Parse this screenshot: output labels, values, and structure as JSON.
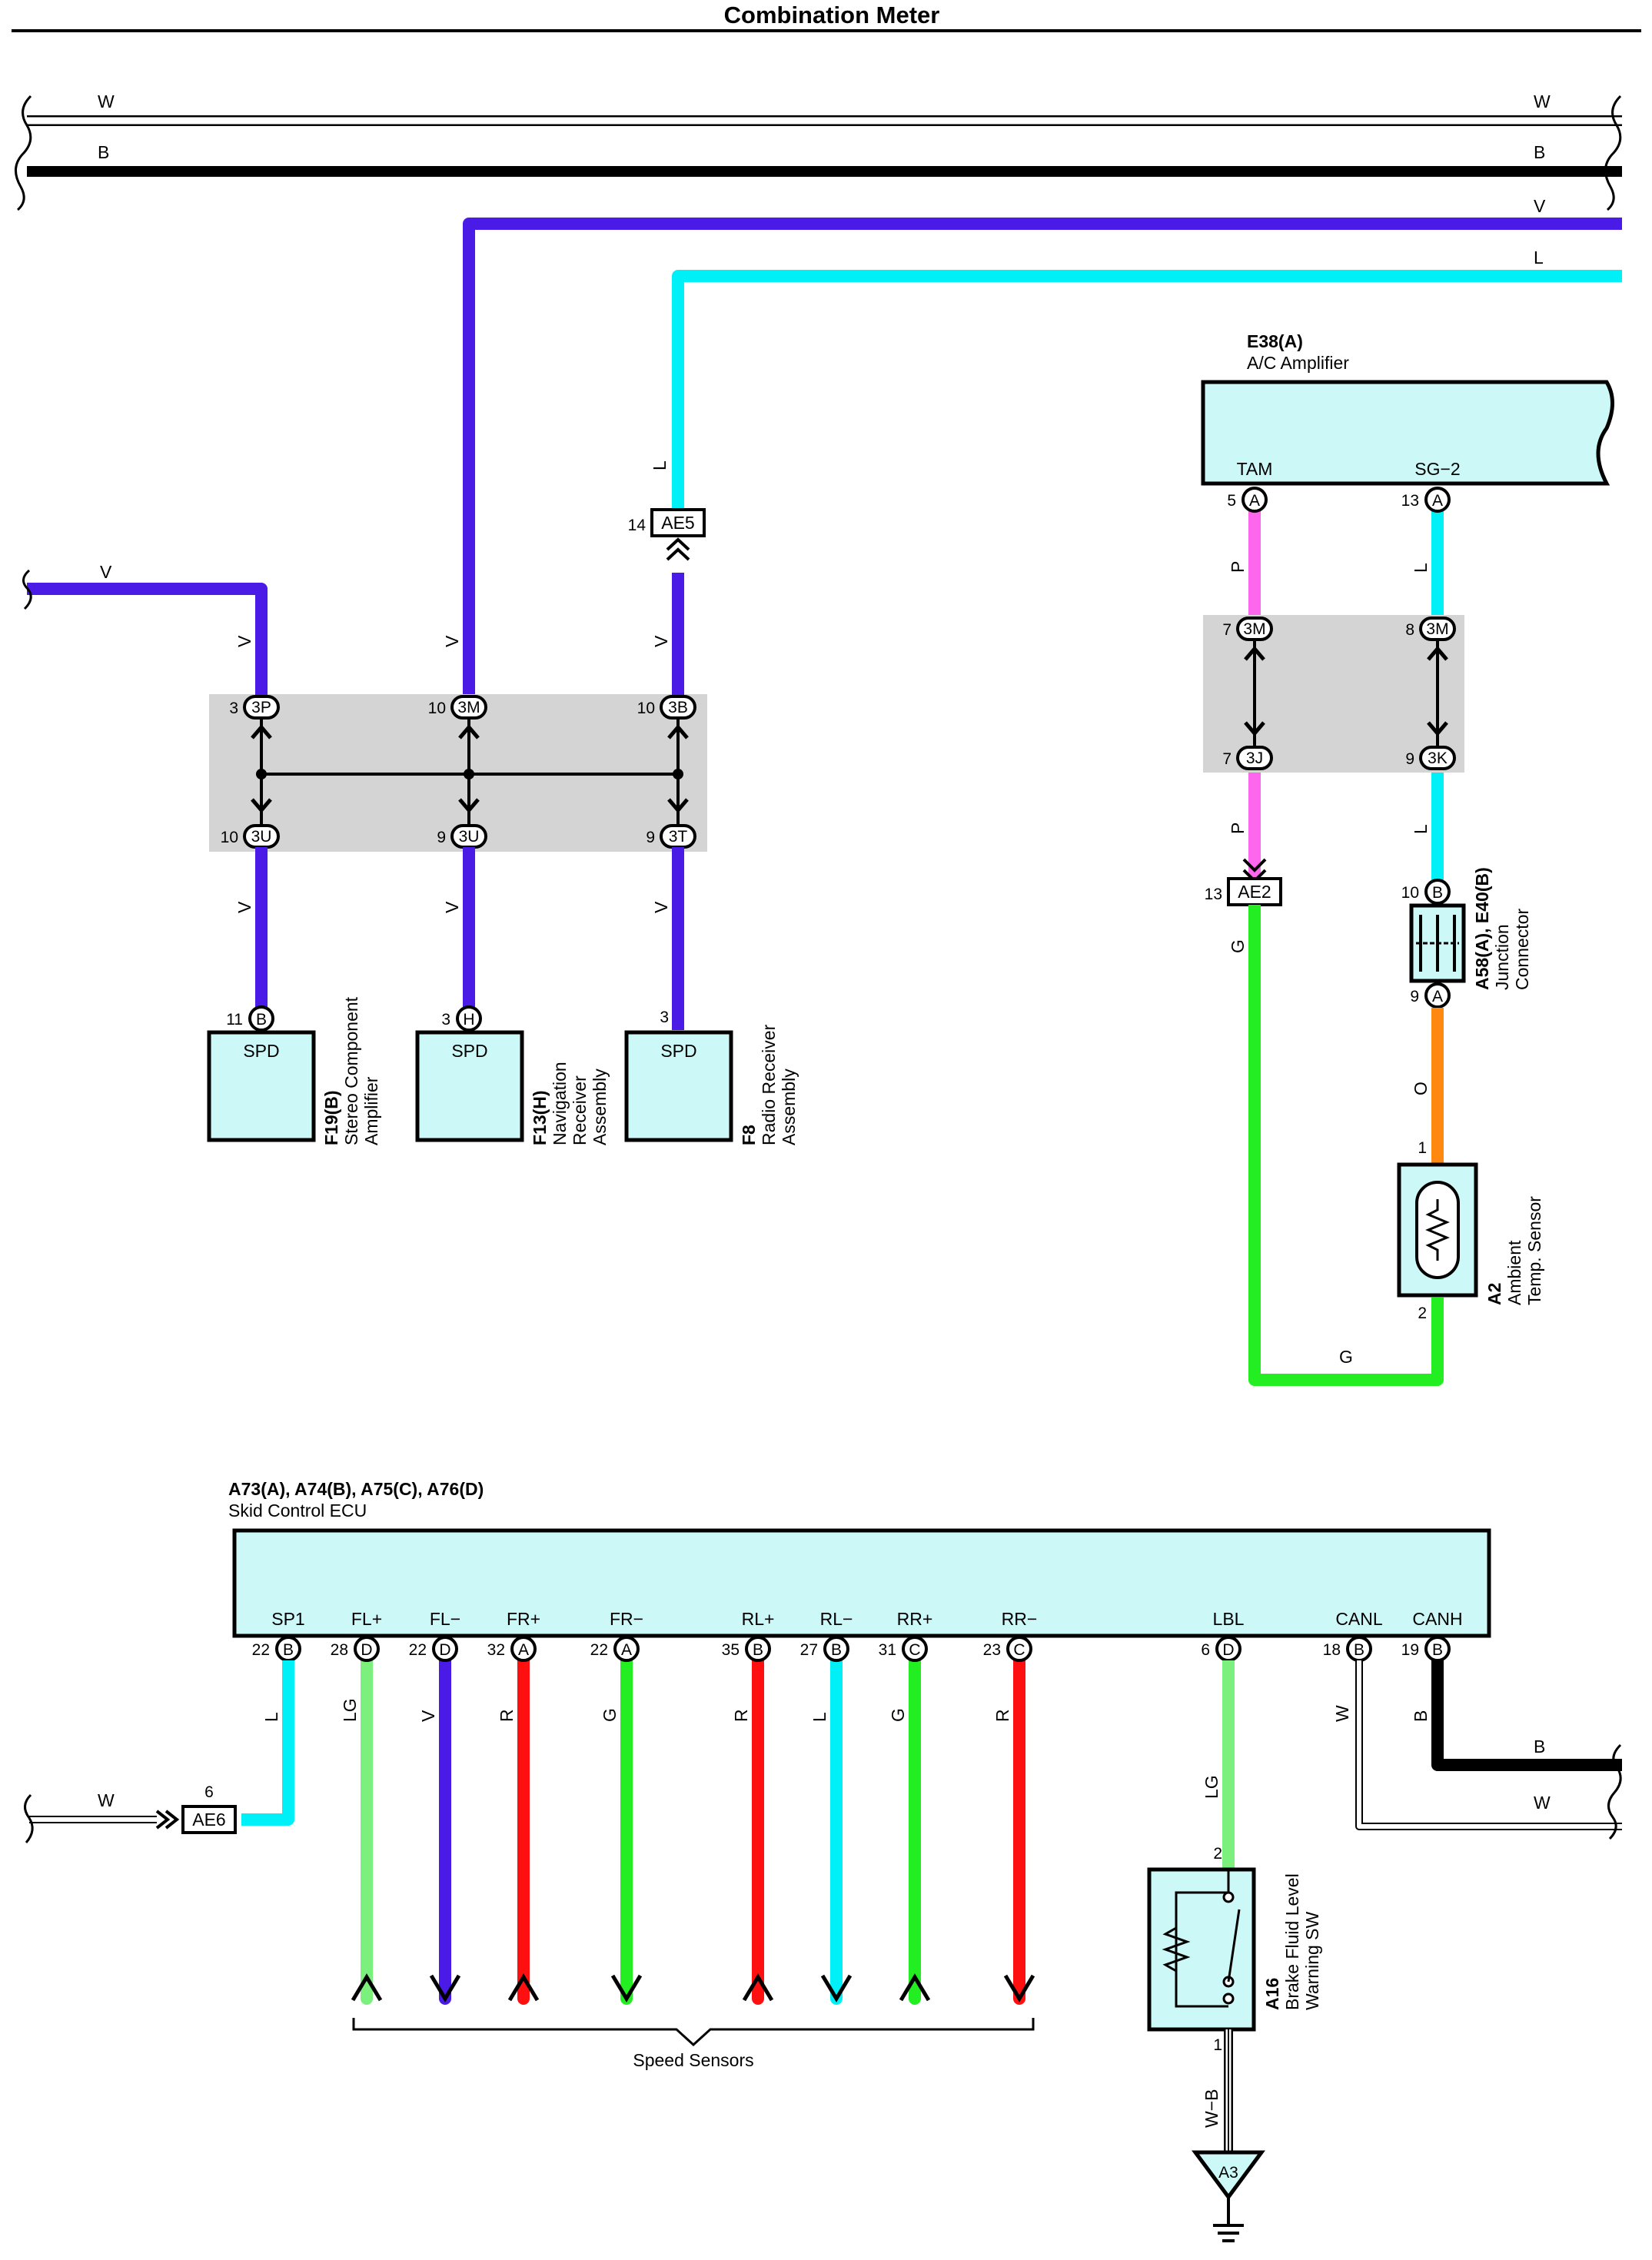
{
  "title": "Combination Meter",
  "bus_labels": {
    "w_left": "W",
    "w_right": "W",
    "b_left": "B",
    "b_right": "B",
    "v_right": "V",
    "l_right": "L",
    "v_in": "V"
  },
  "wire_colors": {
    "V": "#4a1ae6",
    "L": "#00f0f8",
    "P": "#ff66ee",
    "G": "#22ee22",
    "LG": "#7cf07c",
    "R": "#ff1010",
    "O": "#ff8811",
    "B": "#000000",
    "W": "#ffffff"
  },
  "ac_amplifier": {
    "code": "E38(A)",
    "name": "A/C Amplifier",
    "pin1_name": "TAM",
    "pin1_num": "5",
    "pin1_conn": "A",
    "pin2_name": "SG−2",
    "pin2_num": "13",
    "pin2_conn": "A"
  },
  "ae5": {
    "label": "AE5",
    "pin": "14",
    "wire": "L"
  },
  "ae2": {
    "label": "AE2",
    "pin": "13"
  },
  "ae6": {
    "label": "AE6",
    "pin": "6",
    "wire": "W"
  },
  "junction_left": {
    "top": [
      {
        "num": "3",
        "conn": "3P"
      },
      {
        "num": "10",
        "conn": "3M"
      },
      {
        "num": "10",
        "conn": "3B"
      }
    ],
    "bottom": [
      {
        "num": "10",
        "conn": "3U"
      },
      {
        "num": "9",
        "conn": "3U"
      },
      {
        "num": "9",
        "conn": "3T"
      }
    ],
    "wire_labels": [
      "V",
      "V",
      "V",
      "V",
      "V",
      "V"
    ]
  },
  "junction_right": {
    "top": [
      {
        "num": "7",
        "conn": "3M"
      },
      {
        "num": "8",
        "conn": "3M"
      }
    ],
    "bottom": [
      {
        "num": "7",
        "conn": "3J"
      },
      {
        "num": "9",
        "conn": "3K"
      }
    ],
    "wire_labels": [
      "P",
      "L",
      "P",
      "L"
    ]
  },
  "spd_components": [
    {
      "pin": "11",
      "conn": "B",
      "label": "SPD",
      "code": "F19(B)",
      "name1": "Stereo Component",
      "name2": "Amplifier",
      "name3": ""
    },
    {
      "pin": "3",
      "conn": "H",
      "label": "SPD",
      "code": "F13(H)",
      "name1": "Navigation",
      "name2": "Receiver",
      "name3": "Assembly"
    },
    {
      "pin": "3",
      "conn": "",
      "label": "SPD",
      "code": "F8",
      "name1": "Radio Receiver",
      "name2": "Assembly",
      "name3": ""
    }
  ],
  "junction_connector": {
    "code": "A58(A), E40(B)",
    "name1": "Junction",
    "name2": "Connector",
    "pin_top": "10",
    "conn_top": "B",
    "pin_bottom": "9",
    "conn_bottom": "A"
  },
  "ambient_sensor": {
    "code": "A2",
    "name1": "Ambient",
    "name2": "Temp.  Sensor",
    "pin1": "1",
    "pin2": "2",
    "wire_o": "O",
    "wire_g": "G",
    "wire_g2": "G"
  },
  "skid_ecu": {
    "code": "A73(A), A74(B), A75(C), A76(D)",
    "name": "Skid Control ECU",
    "pins": [
      {
        "name": "SP1",
        "num": "22",
        "conn": "B",
        "wire": "L",
        "color": "#00f0f8"
      },
      {
        "name": "FL+",
        "num": "28",
        "conn": "D",
        "wire": "LG",
        "color": "#7cf07c"
      },
      {
        "name": "FL−",
        "num": "22",
        "conn": "D",
        "wire": "V",
        "color": "#4a1ae6"
      },
      {
        "name": "FR+",
        "num": "32",
        "conn": "A",
        "wire": "R",
        "color": "#ff1010"
      },
      {
        "name": "FR−",
        "num": "22",
        "conn": "A",
        "wire": "G",
        "color": "#22ee22"
      },
      {
        "name": "RL+",
        "num": "35",
        "conn": "B",
        "wire": "R",
        "color": "#ff1010"
      },
      {
        "name": "RL−",
        "num": "27",
        "conn": "B",
        "wire": "L",
        "color": "#00f0f8"
      },
      {
        "name": "RR+",
        "num": "31",
        "conn": "C",
        "wire": "G",
        "color": "#22ee22"
      },
      {
        "name": "RR−",
        "num": "23",
        "conn": "C",
        "wire": "R",
        "color": "#ff1010"
      },
      {
        "name": "LBL",
        "num": "6",
        "conn": "D",
        "wire": "LG",
        "color": "#7cf07c"
      },
      {
        "name": "CANL",
        "num": "18",
        "conn": "B",
        "wire": "W",
        "color": "#ffffff"
      },
      {
        "name": "CANH",
        "num": "19",
        "conn": "B",
        "wire": "B",
        "color": "#000000"
      }
    ],
    "bus_b_label": "B",
    "bus_w_label": "W"
  },
  "speed_sensors_label": "Speed Sensors",
  "brake_switch": {
    "code": "A16",
    "name1": "Brake Fluid Level",
    "name2": "Warning SW",
    "pin_top": "2",
    "pin_bottom": "1",
    "wire_bottom": "W−B"
  },
  "ground": {
    "label": "A3"
  }
}
